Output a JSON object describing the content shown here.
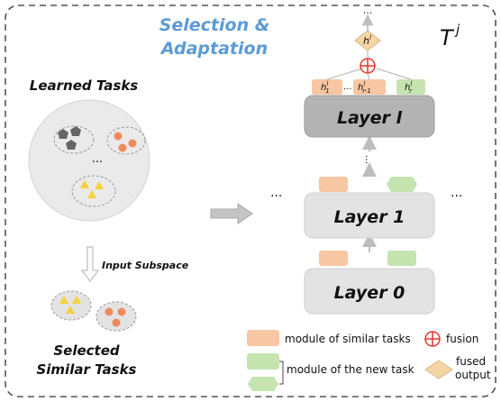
{
  "title_line1": "Selection &",
  "title_line2": "Adaptation",
  "task_label_T": "T",
  "task_label_sup": "j",
  "learned_tasks": "Learned Tasks",
  "learned_ellipsis": "...",
  "input_subspace": "Input Subspace",
  "selected_line1": "Selected",
  "selected_line2": "Similar Tasks",
  "layers": {
    "top": "Layer l",
    "middle": "Layer 1",
    "bottom": "Layer 0"
  },
  "top_dots": "...",
  "between_dots": "...",
  "side_left_dots": "...",
  "side_right_dots": "...",
  "module_labels": {
    "h1": "h",
    "h1_sup": "l",
    "h1_sub": "1",
    "mid_dots": "...",
    "hr1": "h",
    "hr1_sup": "l",
    "hr1_sub": "r-1",
    "hr": "h",
    "hr_sup": "l",
    "hr_sub": "r",
    "fused": "h",
    "fused_sup": "l"
  },
  "legend": {
    "similar": "module of similar tasks",
    "fusion": "fusion",
    "new_task": "module of the new task",
    "fused_line1": "fused",
    "fused_line2": "output"
  },
  "colors": {
    "title_blue": "#5b9bd5",
    "orange_module": "#f7c6a3",
    "green_module": "#c5e4b0",
    "fusion_red": "#e8332a",
    "layer_dark": "#b3b3b3",
    "layer_light": "#e3e3e3",
    "fused_tan": "#f5d5a5",
    "circle_fill": "#eaeaea"
  }
}
